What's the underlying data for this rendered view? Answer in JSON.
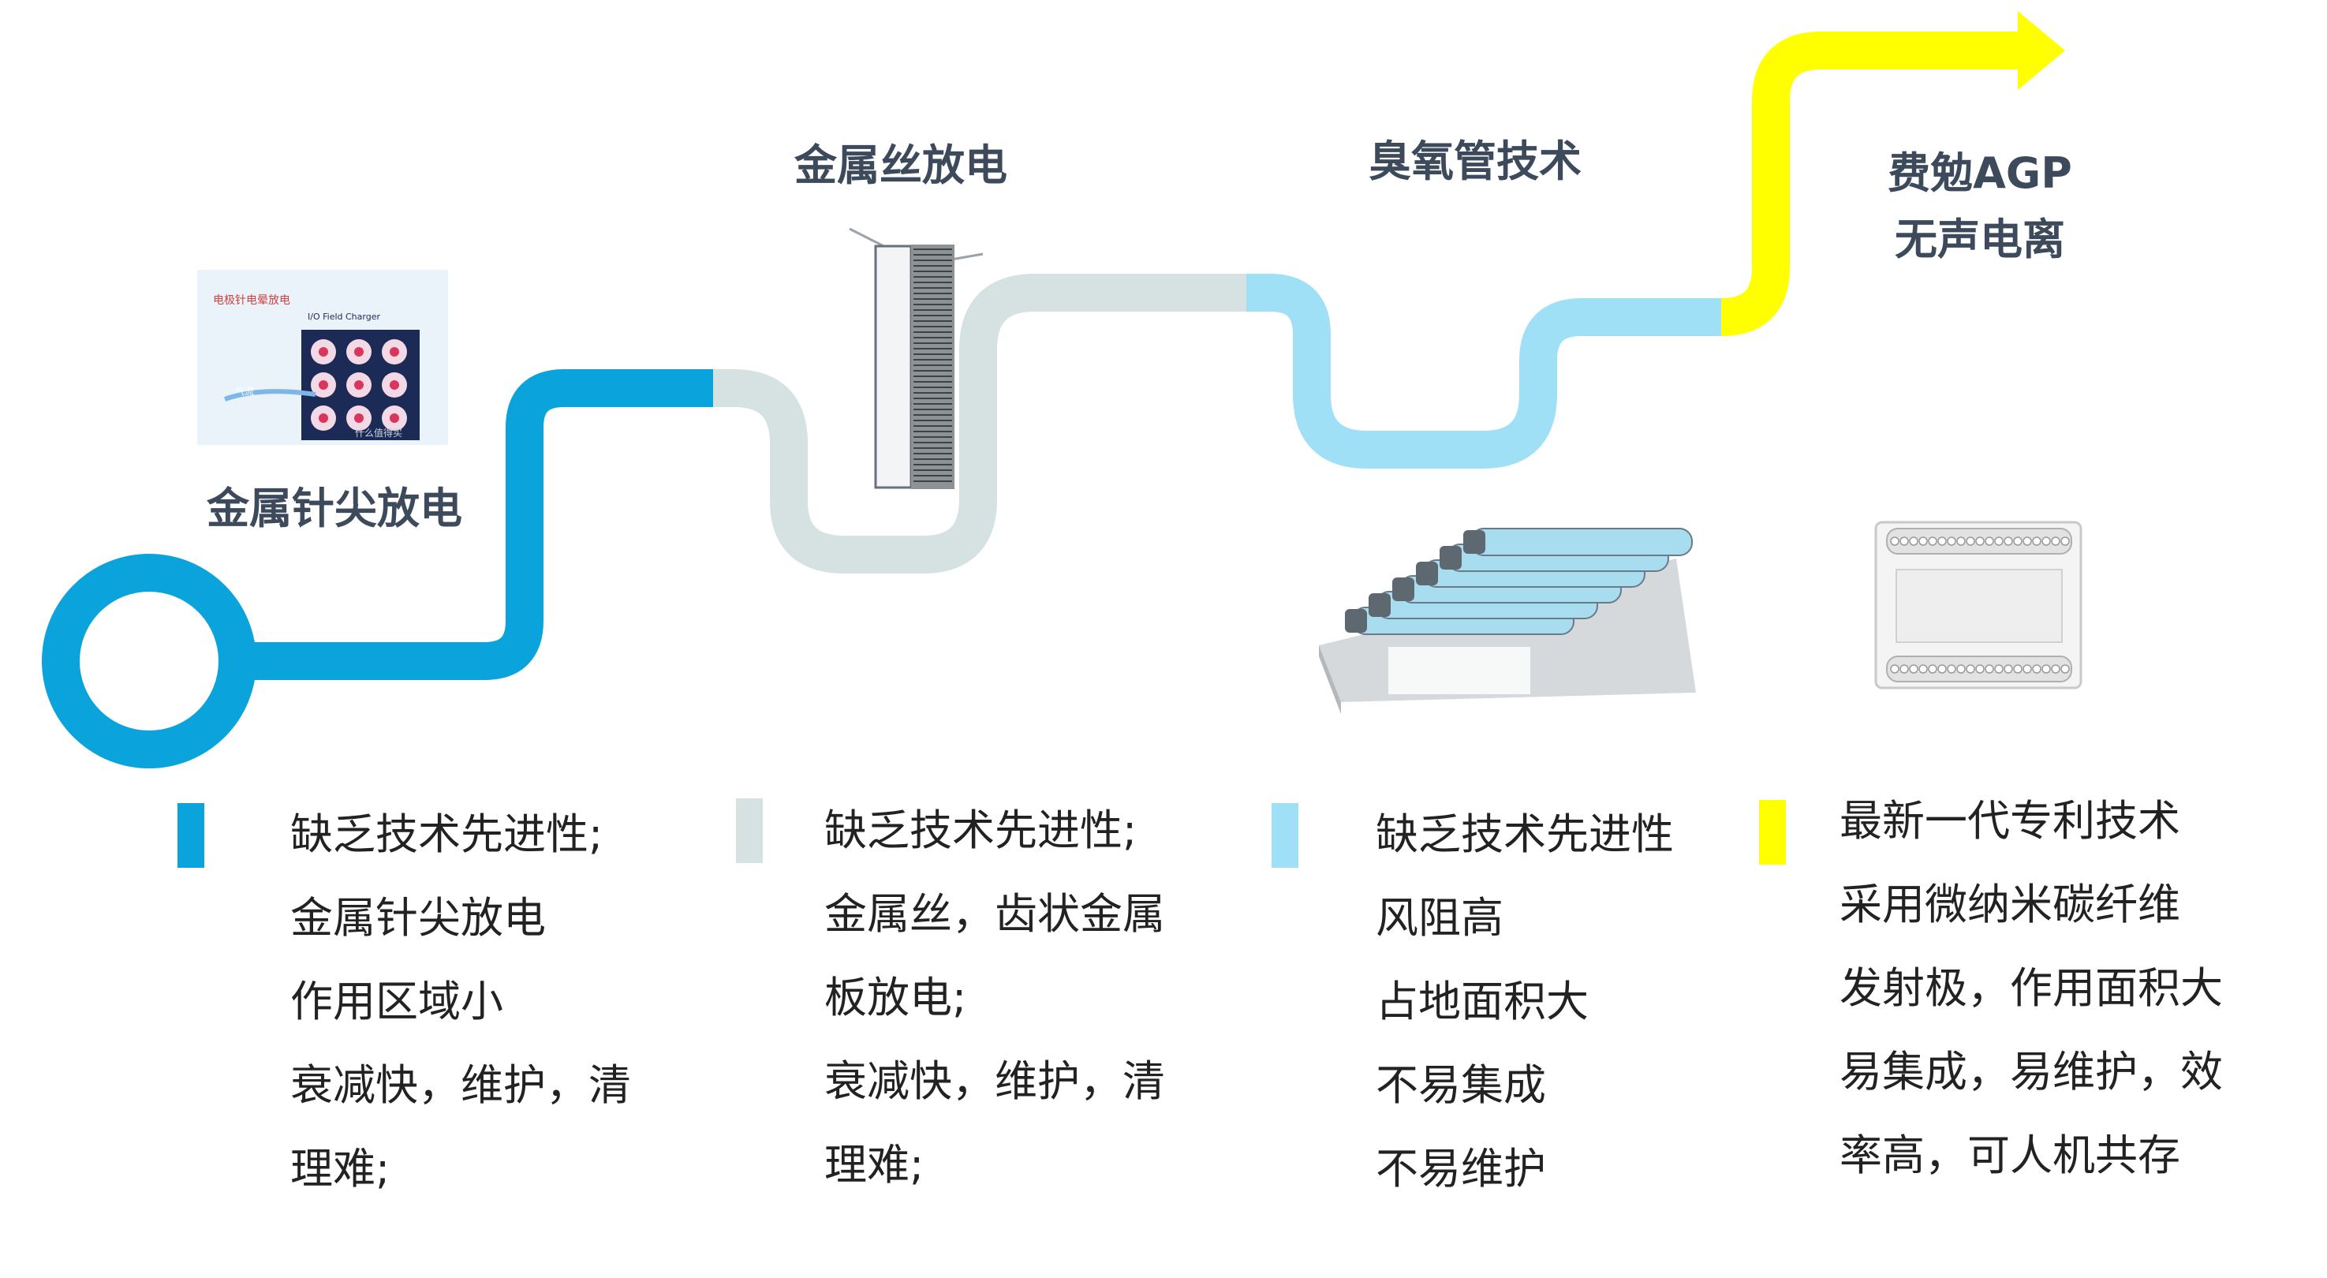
{
  "colors": {
    "stage1": "#0aa3dc",
    "stage2": "#d5e2e1",
    "stage3": "#9fe0f7",
    "stage4": "#ffff00",
    "title_text": "#3d4a5c",
    "body_text": "#222222"
  },
  "stages": [
    {
      "title_lines": [
        "金属针尖放电"
      ],
      "image_icon": "needle-tip-charger-diagram",
      "description": [
        "缺乏技术先进性;",
        "金属针尖放电",
        "作用区域小",
        "衰减快，维护，清",
        "理难;"
      ]
    },
    {
      "title_lines": [
        "金属丝放电"
      ],
      "image_icon": "wire-discharge-module",
      "description": [
        "缺乏技术先进性;",
        "金属丝，齿状金属",
        "板放电;",
        "衰减快，维护，清",
        "理难;"
      ]
    },
    {
      "title_lines": [
        "臭氧管技术"
      ],
      "image_icon": "ozone-tube-array",
      "description": [
        "缺乏技术先进性",
        "风阻高",
        "占地面积大",
        "不易集成",
        "不易维护"
      ]
    },
    {
      "title_lines": [
        "费勉AGP",
        "无声电离"
      ],
      "image_icon": "agp-ionizer-module",
      "description": [
        "最新一代专利技术",
        "采用微纳米碳纤维",
        "发射极，作用面积大",
        "易集成，易维护，效",
        "率高，可人机共存"
      ]
    }
  ],
  "stage1_image": {
    "label_top": "电极针电晕放电",
    "label_box": "I/O Field Charger",
    "label_air": "气流",
    "watermark": "什么值得买"
  }
}
